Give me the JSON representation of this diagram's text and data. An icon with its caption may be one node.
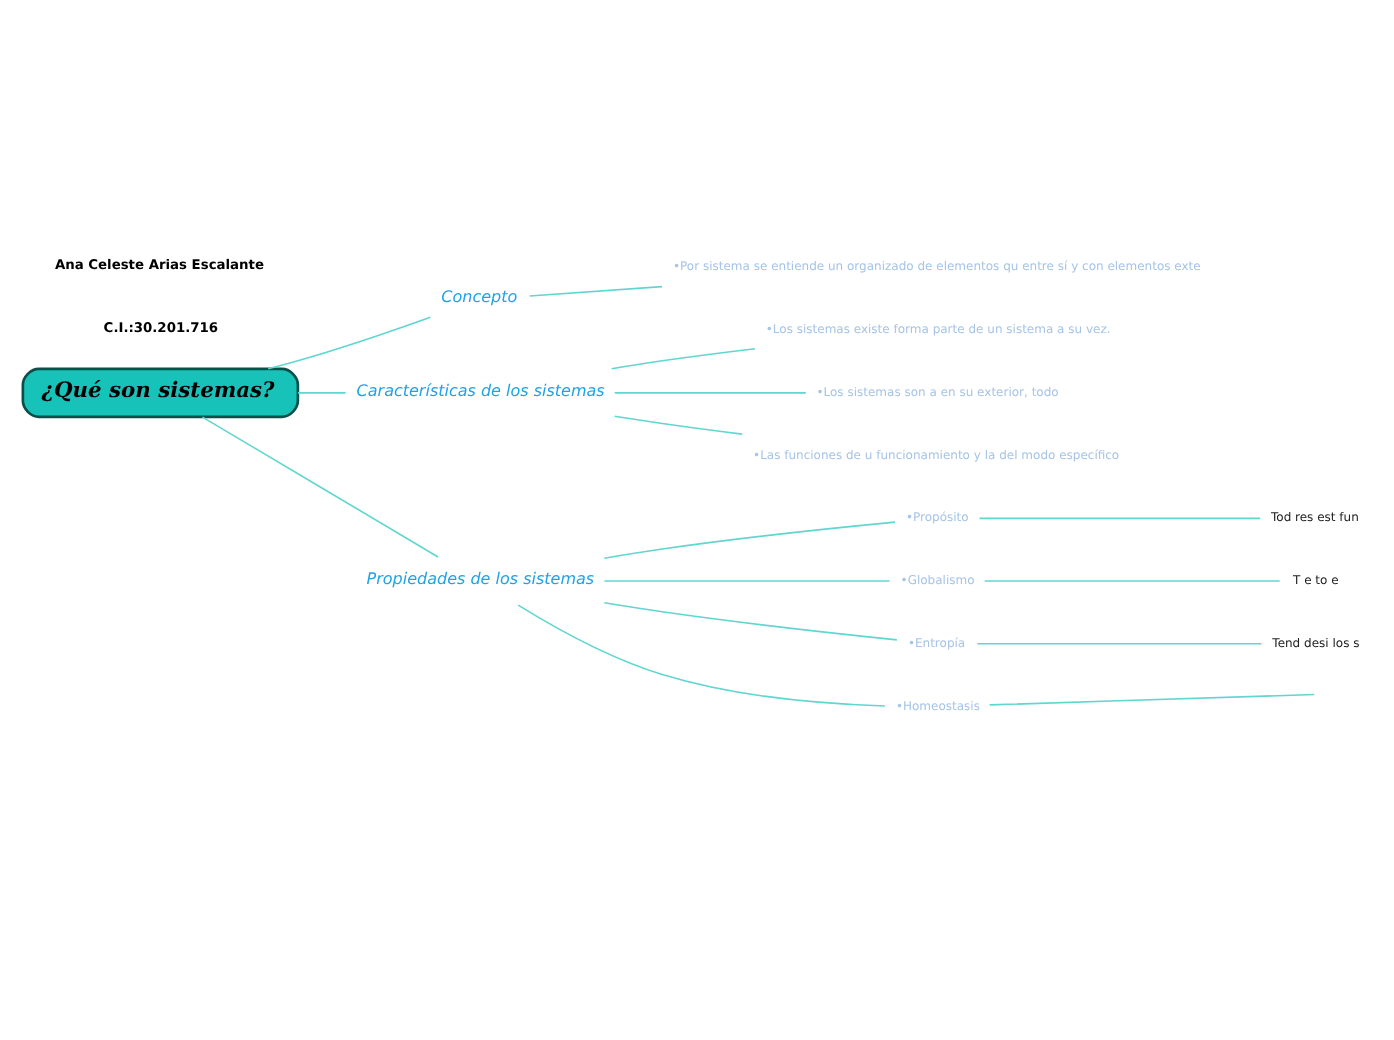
{
  "diagram": {
    "nodes": [
      {
        "text": [
          "¿Qué son sistemas?"
        ]
      },
      {
        "text": [
          "Concepto"
        ]
      },
      {
        "text": [
          "•Por sistema se entiende un organizado de elementos qu entre sí y con elementos exte"
        ]
      },
      {
        "text": [
          "Características de los sistemas"
        ]
      },
      {
        "text": [
          "•Los sistemas existe forma parte de un sistema a su vez."
        ]
      },
      {
        "text": [
          "•Los sistemas son a en su exterior, todo"
        ]
      },
      {
        "text": [
          "•Las funciones de u funcionamiento y la del modo específico"
        ]
      },
      {
        "text": [
          "Propiedades de los sistemas"
        ]
      },
      {
        "text": [
          "•Propósito"
        ]
      },
      {
        "text": [
          "Tod res est fun"
        ]
      },
      {
        "text": [
          "•Globalismo"
        ]
      },
      {
        "text": [
          "T e to e"
        ]
      },
      {
        "text": [
          "•Entropía"
        ]
      },
      {
        "text": [
          "Tend desi los s"
        ]
      },
      {
        "text": [
          "•Homeostasis"
        ]
      }
    ],
    "edges": [
      {
        "from": 0,
        "to": 1,
        "arrow": "none"
      },
      {
        "from": 1,
        "to": 2,
        "arrow": "none"
      },
      {
        "from": 0,
        "to": 3,
        "arrow": "none"
      },
      {
        "from": 3,
        "to": 4,
        "arrow": "none"
      },
      {
        "from": 3,
        "to": 5,
        "arrow": "none"
      },
      {
        "from": 3,
        "to": 6,
        "arrow": "none"
      },
      {
        "from": 0,
        "to": 7,
        "arrow": "none"
      },
      {
        "from": 7,
        "to": 8,
        "arrow": "none"
      },
      {
        "from": 8,
        "to": 9,
        "arrow": "none"
      },
      {
        "from": 7,
        "to": 10,
        "arrow": "none"
      },
      {
        "from": 10,
        "to": 11,
        "arrow": "none"
      },
      {
        "from": 7,
        "to": 12,
        "arrow": "none"
      },
      {
        "from": 12,
        "to": 13,
        "arrow": "none"
      },
      {
        "from": 7,
        "to": 14,
        "arrow": "none"
      },
      {
        "from": 14,
        "to": null,
        "arrow": "none"
      }
    ],
    "labels": [
      "Ana Celeste Arias Escalante",
      "C.I.:30.201.716"
    ]
  }
}
